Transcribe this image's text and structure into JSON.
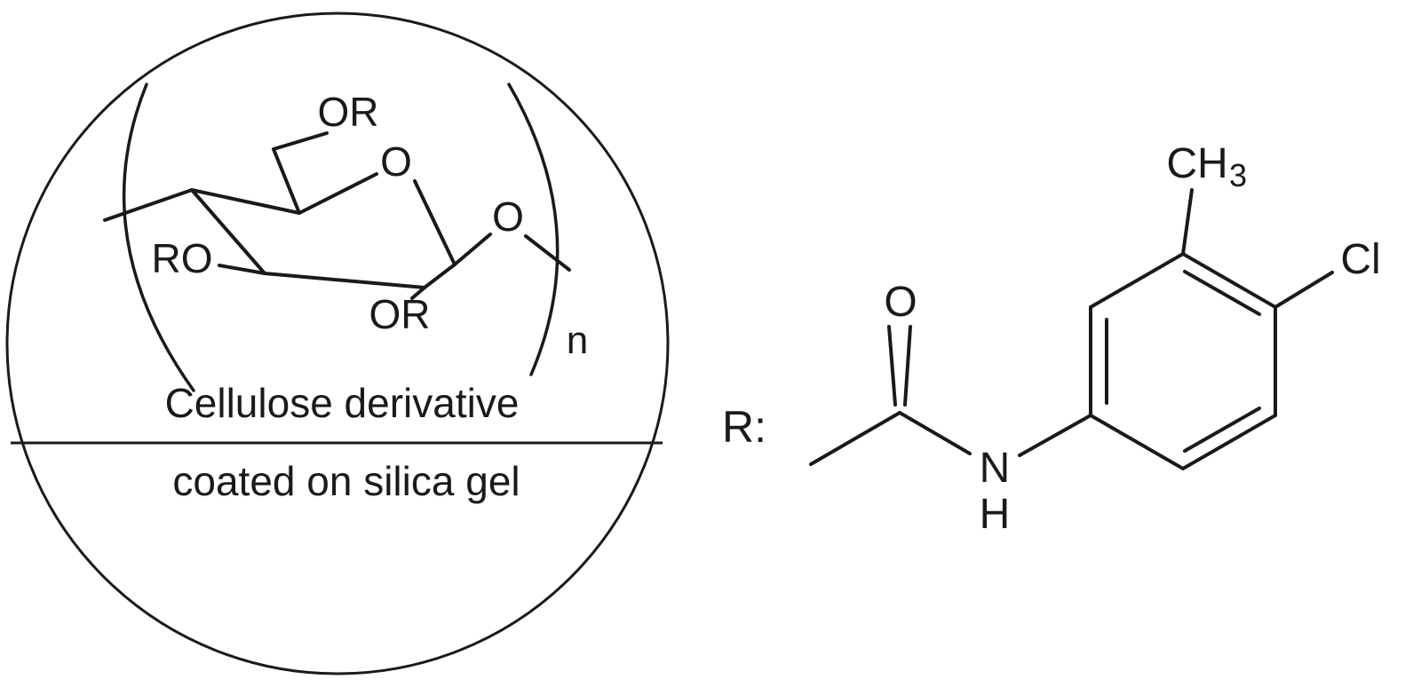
{
  "molecule": {
    "captions": {
      "line1": "Cellulose derivative",
      "line2": "coated on silica gel"
    },
    "polymer": {
      "or_top": "OR",
      "ring_oxygen": "O",
      "glycosidic_oxygen": "O",
      "ro_left": "RO",
      "or_bottom": "OR",
      "repeat_subscript": "n"
    },
    "substituent": {
      "r_label": "R:",
      "carbonyl_oxygen": "O",
      "nitrogen": "N",
      "hydrogen": "H",
      "methyl": "CH",
      "methyl_subscript": "3",
      "chlorine": "Cl"
    },
    "colors": {
      "ink": "#1a1a1a",
      "background": "#ffffff"
    }
  }
}
